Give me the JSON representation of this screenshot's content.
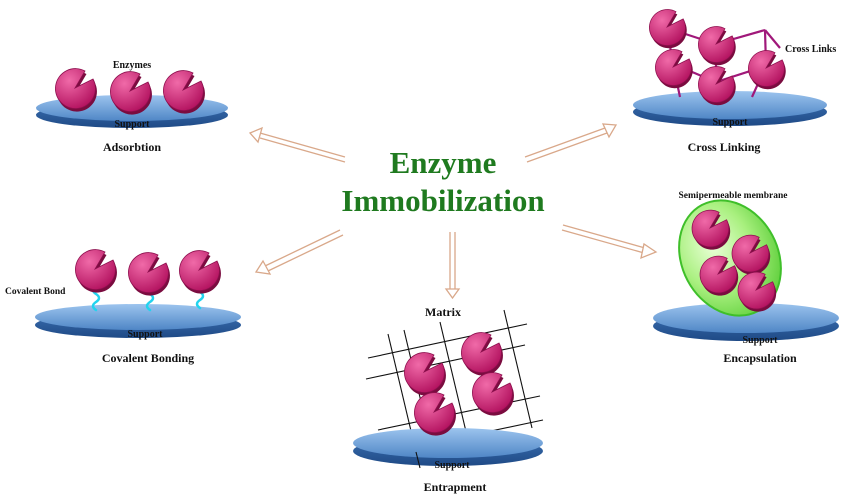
{
  "title": {
    "line1": "Enzyme",
    "line2": "Immobilization",
    "color": "#1f7a1f"
  },
  "colors": {
    "enzyme": "#d81b7a",
    "support": "#4f86c6",
    "crosslink": "#a0187a",
    "covalent": "#22d3ee",
    "membrane": "#8ee86a",
    "arrow": "#d9a88a"
  },
  "methods": {
    "adsorption": {
      "name": "Adsorbtion",
      "support": "Support",
      "annotation": "Enzymes"
    },
    "cross_linking": {
      "name": "Cross Linking",
      "support": "Support",
      "annotation": "Cross Links"
    },
    "covalent": {
      "name": "Covalent Bonding",
      "support": "Support",
      "annotation": "Covalent Bond"
    },
    "entrapment": {
      "name": "Entrapment",
      "support": "Support",
      "annotation": "Matrix"
    },
    "encapsulation": {
      "name": "Encapsulation",
      "support": "Support",
      "annotation": "Semipermeable membrane"
    }
  }
}
